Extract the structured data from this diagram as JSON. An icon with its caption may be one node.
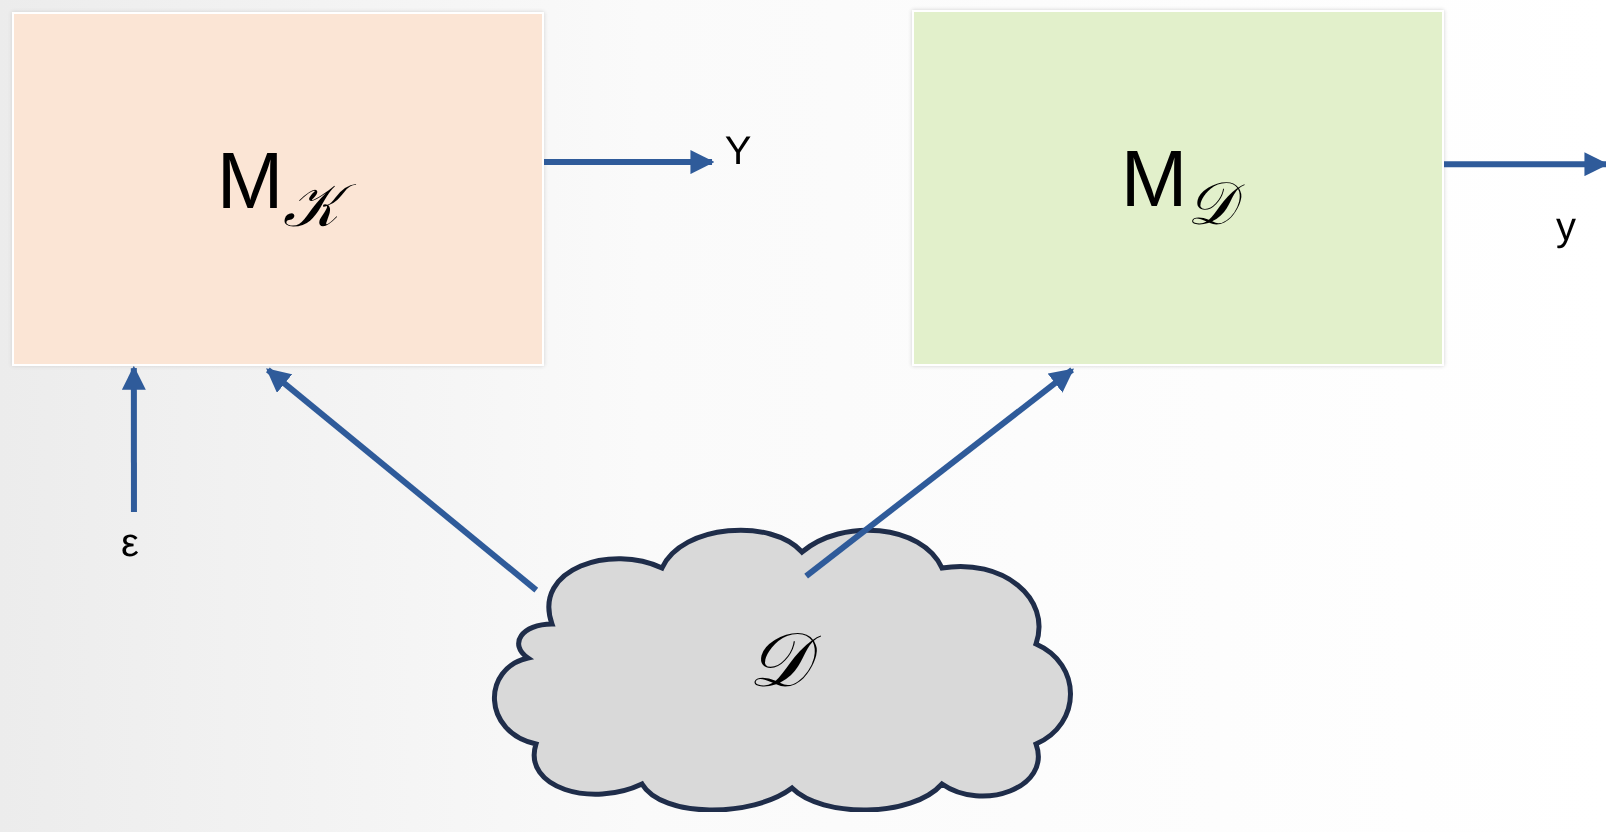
{
  "diagram": {
    "nodes": [
      {
        "text": [
          "M$_{𝒦}$"
        ]
      },
      {
        "text": [
          "M$_{𝒟}$"
        ]
      },
      {
        "text": [
          "𝒟"
        ]
      },
      {
        "text": [
          "Y"
        ]
      },
      {
        "text": [
          "y"
        ]
      },
      {
        "text": [
          "ε"
        ]
      }
    ],
    "edges": [
      {
        "from": 0,
        "to": 3,
        "arrow": "to"
      },
      {
        "from": 1,
        "to": 4,
        "arrow": "to"
      },
      {
        "from": 5,
        "to": 0,
        "arrow": "to"
      },
      {
        "from": 2,
        "to": 0,
        "arrow": "to"
      },
      {
        "from": 2,
        "to": 1,
        "arrow": "to"
      }
    ]
  }
}
